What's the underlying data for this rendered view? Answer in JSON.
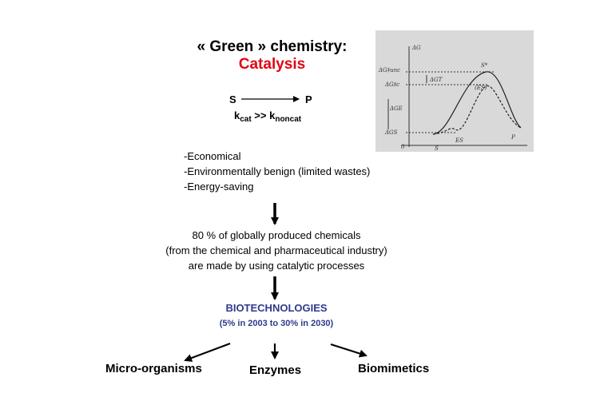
{
  "title": {
    "line1": "« Green » chemistry:",
    "line2": "Catalysis",
    "line2_color": "#e30613"
  },
  "reaction": {
    "substrate": "S",
    "product": "P",
    "k_cat": "k",
    "k_cat_sub": "cat",
    "relation": " >> ",
    "k_noncat": "k",
    "k_noncat_sub": "noncat"
  },
  "benefits": [
    "-Economical",
    "-Environmentally benign (limited wastes)",
    "-Energy-saving"
  ],
  "statement": [
    "80 % of globally produced chemicals",
    "(from the chemical and pharmaceutical industry)",
    "are made by using catalytic processes"
  ],
  "biotech": {
    "label": "BIOTECHNOLOGIES",
    "subtitle": "(5% in 2003 to 30% in 2030)",
    "color": "#2e3a8c"
  },
  "branches": {
    "left": "Micro-organisms",
    "center": "Enzymes",
    "right": "Biomimetics"
  },
  "energy_diagram": {
    "background": "#d9d9d9",
    "y_axis": "ΔG",
    "levels": [
      "ΔG‡unc",
      "ΔG‡c",
      "ΔGS",
      "0"
    ],
    "deltas": [
      "ΔGT",
      "ΔGE"
    ],
    "points": [
      "S*",
      "(ES)",
      "ES",
      "S",
      "P"
    ]
  }
}
